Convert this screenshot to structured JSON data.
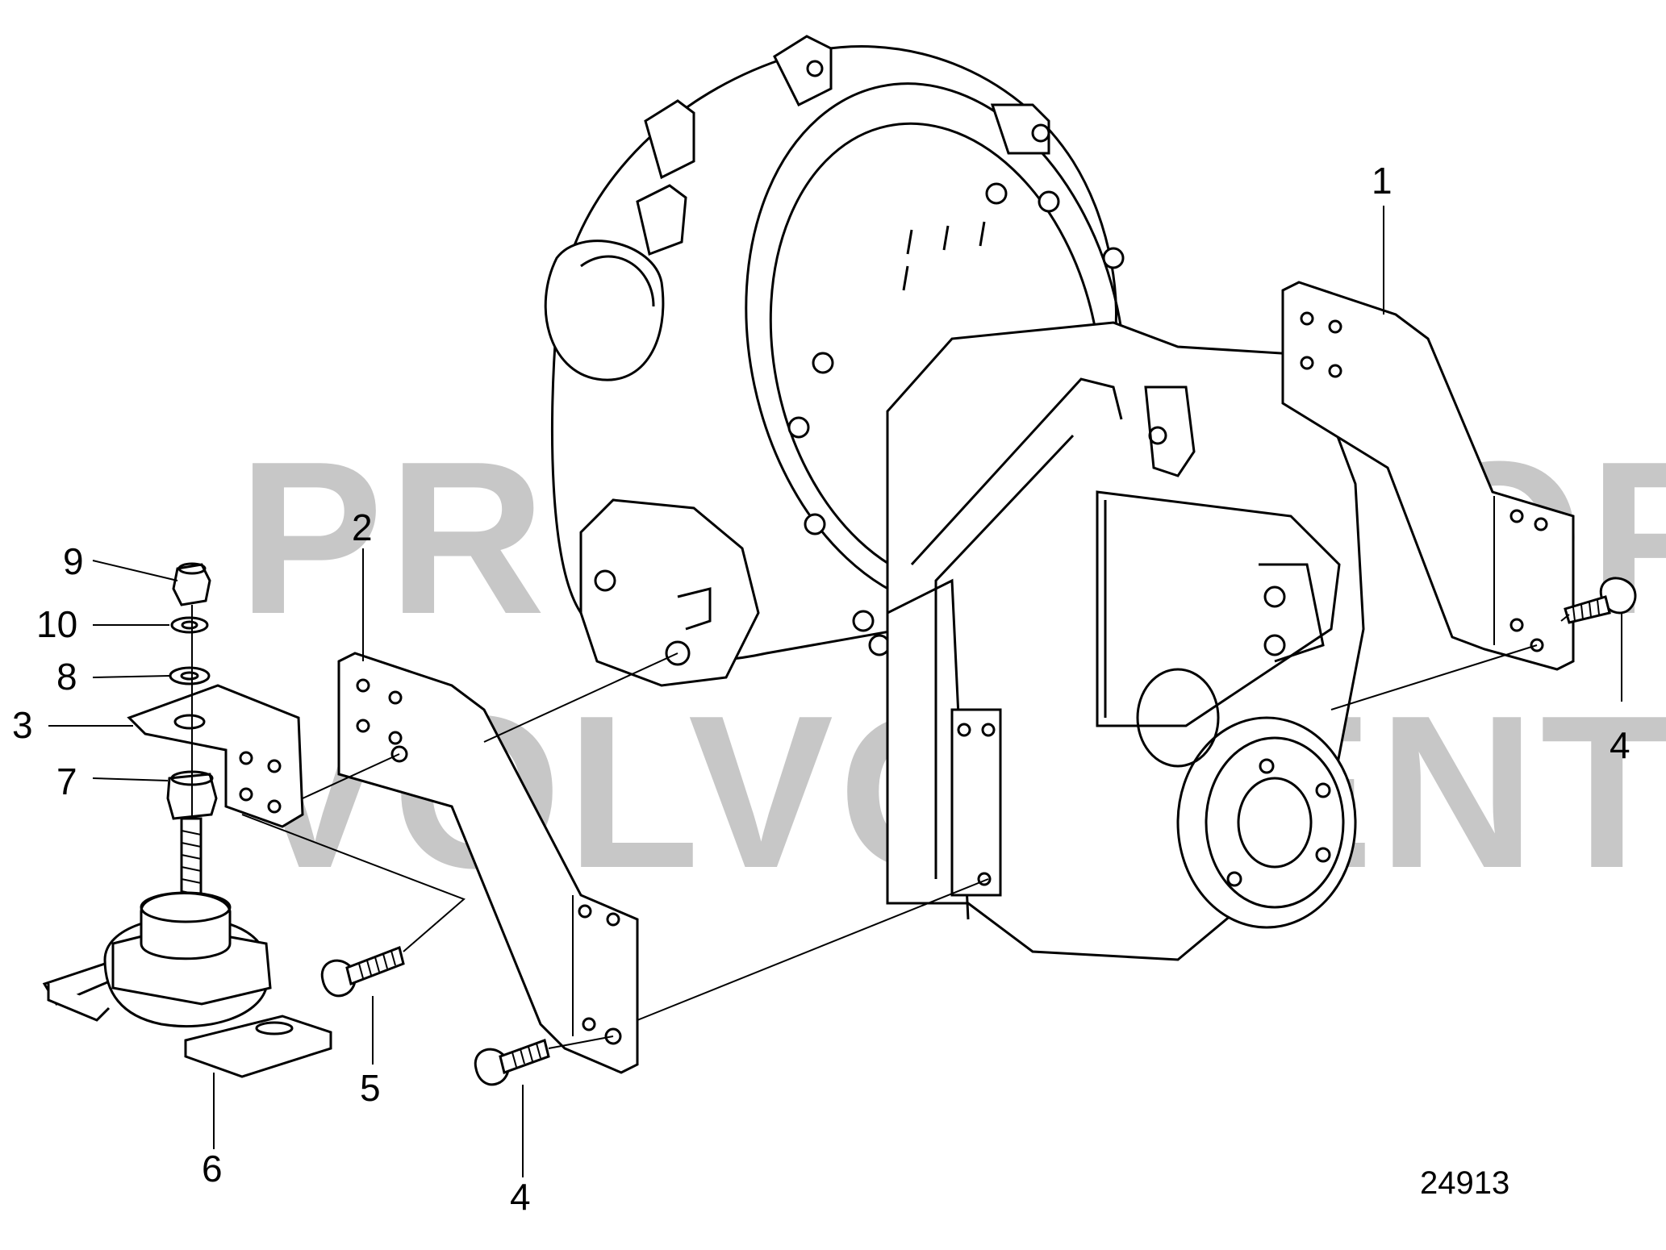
{
  "diagram": {
    "figure_number": "24913",
    "watermark": {
      "line1": "PRODUCT OF",
      "line2": "VOLVO PENTA",
      "is_logo_lettering": true
    },
    "callouts": [
      {
        "id": "c1",
        "label": "1"
      },
      {
        "id": "c2",
        "label": "2"
      },
      {
        "id": "c3",
        "label": "3"
      },
      {
        "id": "c4a",
        "label": "4"
      },
      {
        "id": "c4b",
        "label": "4"
      },
      {
        "id": "c5",
        "label": "5"
      },
      {
        "id": "c6",
        "label": "6"
      },
      {
        "id": "c7",
        "label": "7"
      },
      {
        "id": "c8",
        "label": "8"
      },
      {
        "id": "c9",
        "label": "9"
      },
      {
        "id": "c10",
        "label": "10"
      }
    ],
    "line_color": "#000000",
    "watermark_color": "#9a9a9a"
  }
}
